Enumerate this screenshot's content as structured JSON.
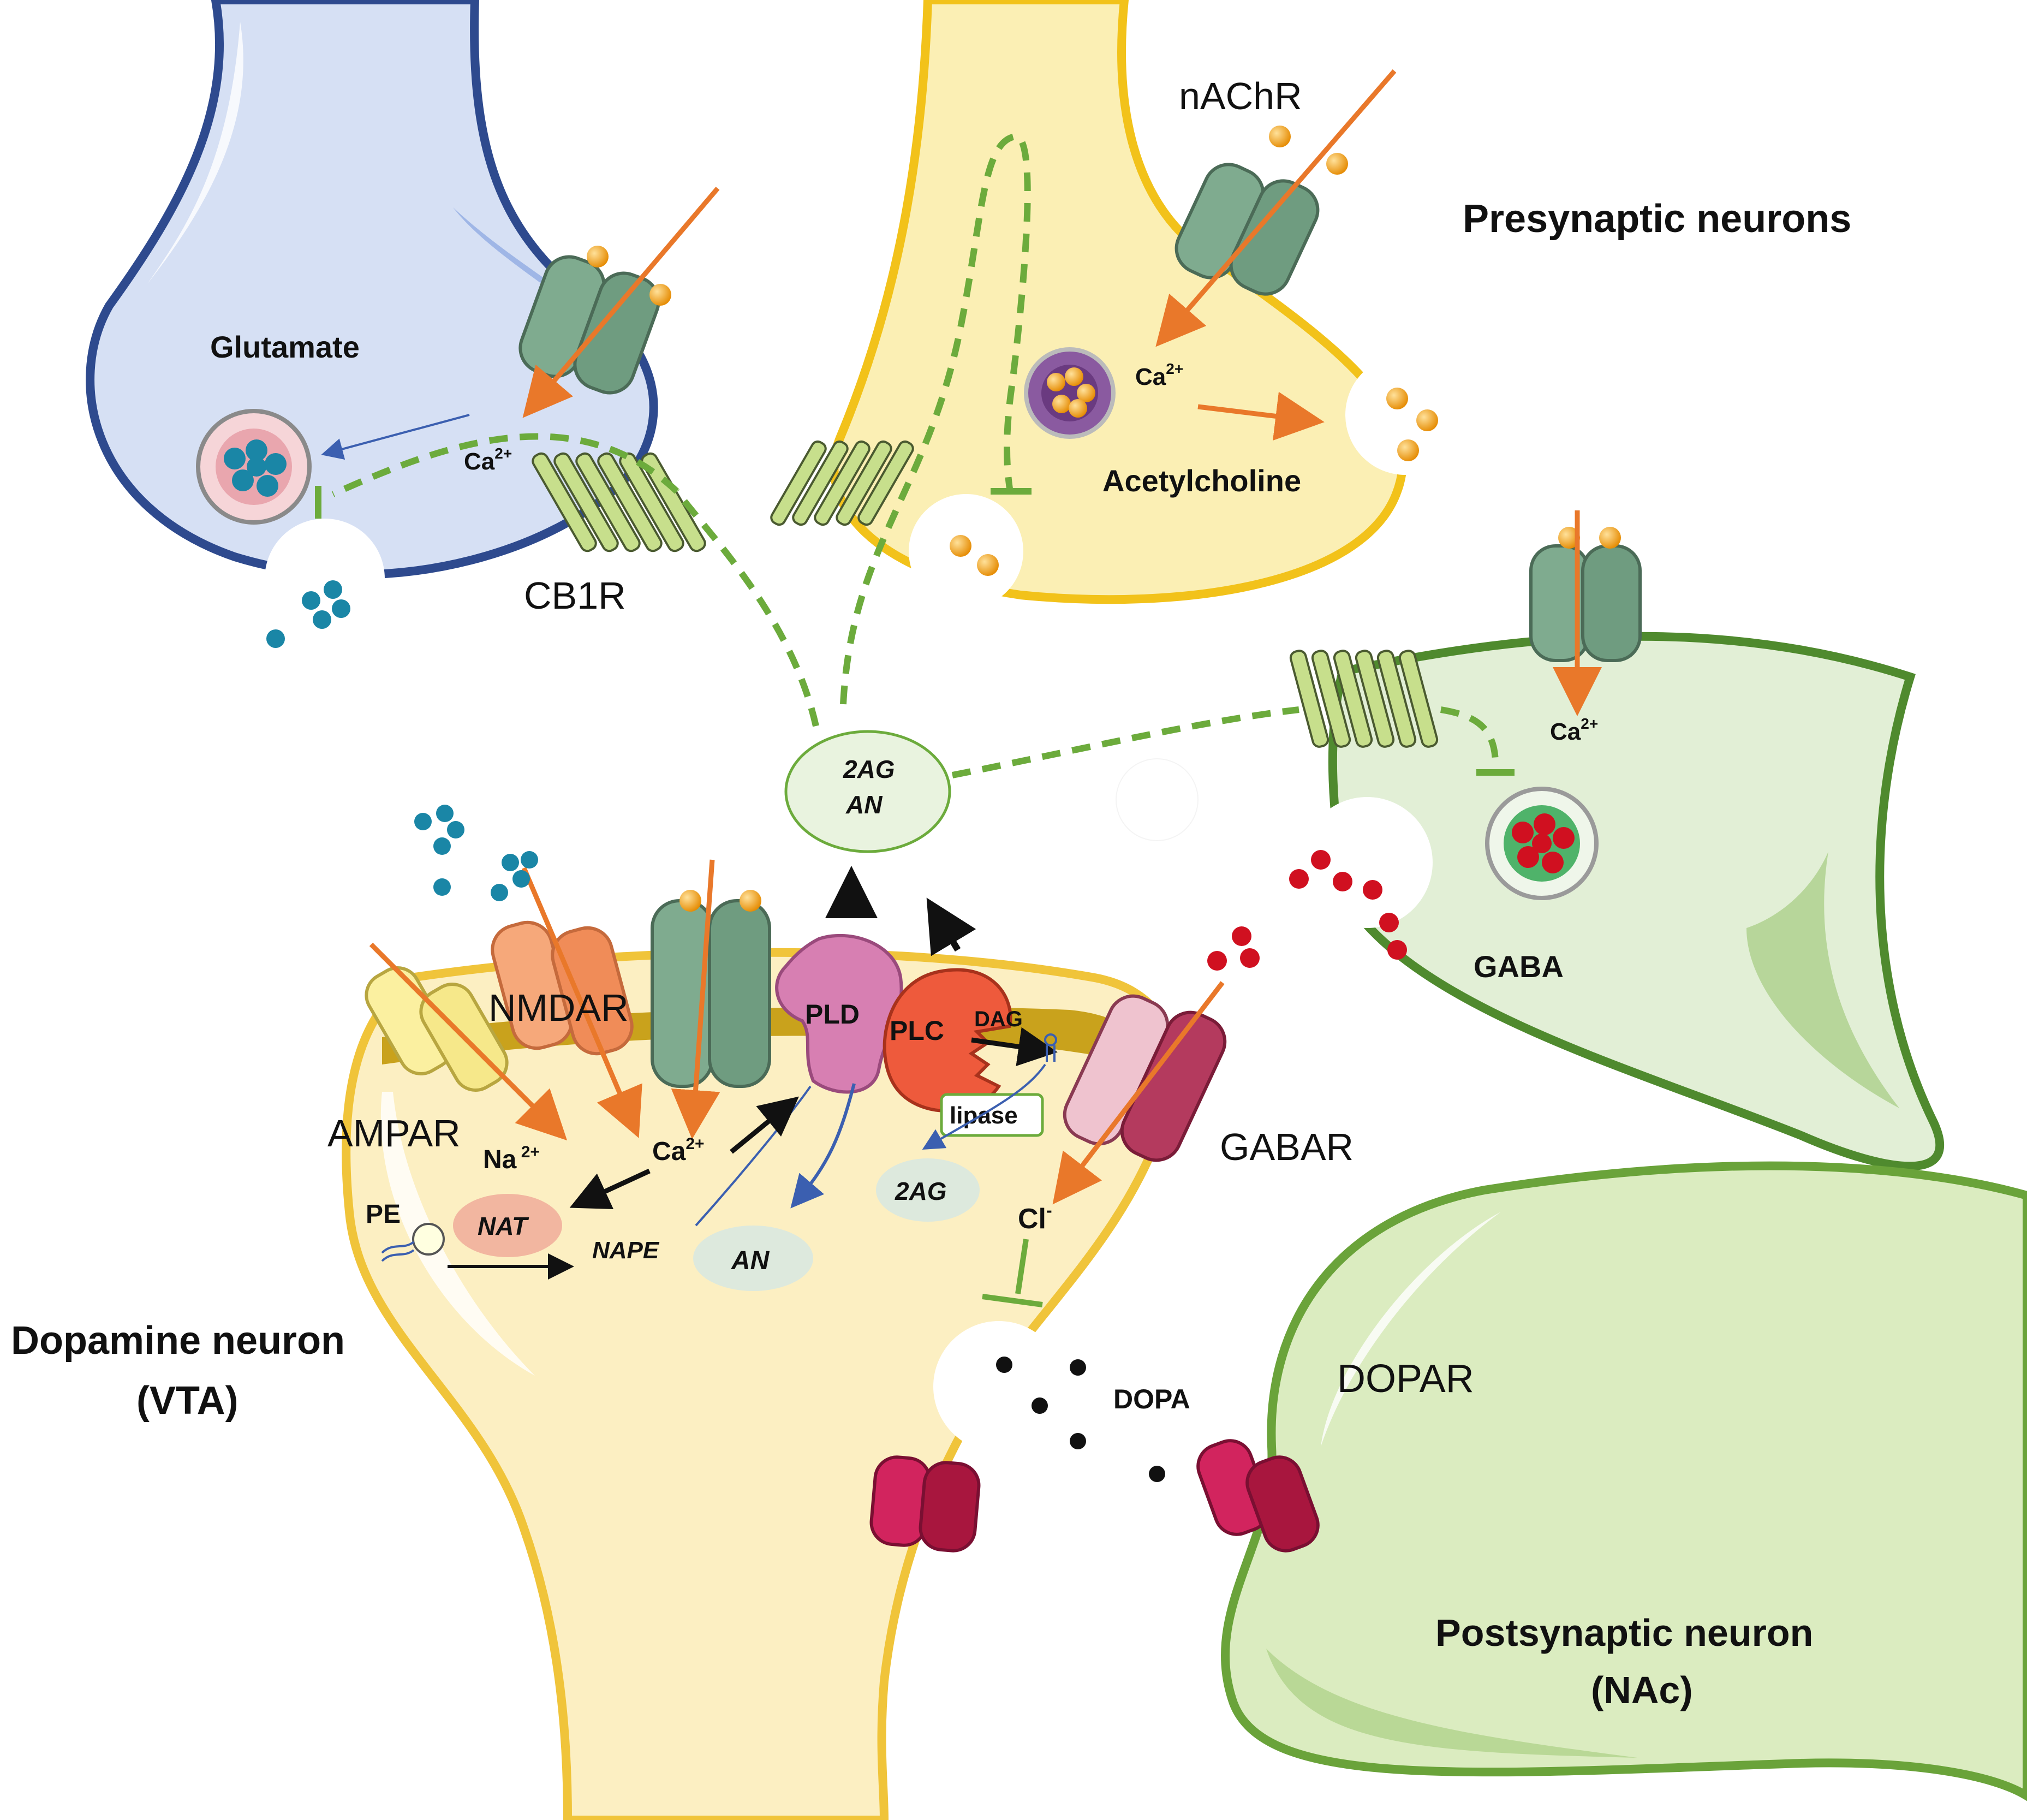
{
  "labels": {
    "presynaptic": "Presynaptic neurons",
    "glutamate": "Glutamate",
    "ca_glu": "Ca",
    "ca_glu_sup": "2+",
    "cb1r": "CB1R",
    "nachr": "nAChR",
    "ca_ach": "Ca",
    "ca_ach_sup": "2+",
    "acetylcholine": "Acetylcholine",
    "ca_gaba": "Ca",
    "ca_gaba_sup": "2+",
    "gaba": "GABA",
    "ecb_2ag": "2AG",
    "ecb_an": "AN",
    "nmdar": "NMDAR",
    "ampar": "AMPAR",
    "na": "Na",
    "na_sup": " 2+",
    "ca_da": "Ca",
    "ca_da_sup": "2+",
    "pld": "PLD",
    "plc": "PLC",
    "dag": "DAG",
    "lipase": "lipase",
    "twoag": "2AG",
    "an": "AN",
    "pe": "PE",
    "nat": "NAT",
    "nape": "NAPE",
    "gabar": "GABAR",
    "cl": "Cl",
    "cl_sup": "-",
    "dopamine_neuron": "Dopamine neuron",
    "vta": "(VTA)",
    "dopa": "DOPA",
    "dopar": "DOPAR",
    "postsynaptic": "Postsynaptic neuron",
    "nac": "(NAc)"
  },
  "colors": {
    "glutamate_cell": "#d6e0f4",
    "glutamate_border": "#2e4a8e",
    "ach_cell": "#fbefb4",
    "ach_border": "#f2c21a",
    "gaba_cell": "#e2efd6",
    "gaba_border": "#4f8a2e",
    "dopamine_cell": "#fcefc2",
    "dopamine_border": "#f0c43a",
    "post_cell": "#dbecc0",
    "post_border": "#6aa33a",
    "channel": "#7fab8f",
    "arrow_orange": "#e9782a",
    "retro_green": "#6cab3c",
    "glutamate_dot": "#1a86a6",
    "ach_dot": "#f0a010",
    "gaba_dot": "#d01020",
    "dopa_dot": "#111111",
    "pld": "#d77fb2",
    "plc": "#ee5a3c",
    "dopar": "#d2245e"
  }
}
